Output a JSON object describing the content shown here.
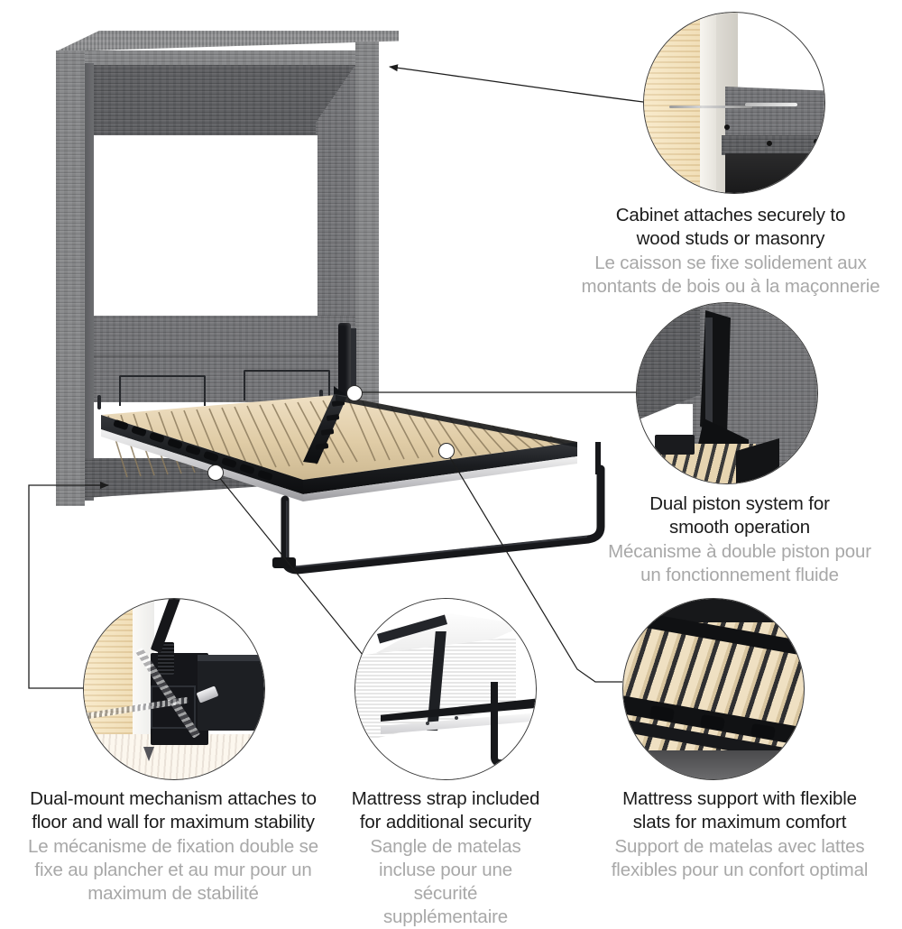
{
  "page": {
    "title": "Murphy bed feature infographic",
    "background": "#ffffff",
    "accent_text_en": "#1b1b1b",
    "accent_text_fr": "#a8a8a8",
    "cabinet_color": "#6f7073",
    "hardware_color": "#1a1a1a",
    "slat_color": "#e3d2b0"
  },
  "features": [
    {
      "id": "cabinet-mount",
      "en": "Cabinet attaches securely to\nwood studs or masonry",
      "fr": "Le caisson se fixe solidement aux\nmontants de bois ou à la maçonnerie",
      "detail_alt": "Screw fastening cabinet panel into wood stud through drywall"
    },
    {
      "id": "dual-piston",
      "en": "Dual piston system for\nsmooth operation",
      "fr": "Mécanisme à double piston pour\nun fonctionnement fluide",
      "detail_alt": "Black dual piston arm against grey driftwood panel"
    },
    {
      "id": "dual-mount",
      "en": "Dual-mount mechanism attaches to\nfloor and wall for maximum stability",
      "fr": "Le mécanisme de fixation double se\nfixe au plancher et au mur pour un\nmaximum de stabilité",
      "detail_alt": "Two screws fixing black bracket to wood floor and wall"
    },
    {
      "id": "mattress-strap",
      "en": "Mattress strap included\nfor additional security",
      "fr": "Sangle de matelas\nincluse pour une sécurité\nsupplémentaire",
      "detail_alt": "Black strap wrapped over white mattress on bed frame"
    },
    {
      "id": "slat-support",
      "en": "Mattress support with flexible\nslats for maximum comfort",
      "fr": "Support de matelas avec lattes\nflexibles pour un confort optimal",
      "detail_alt": "Wooden flexible slats mounted on black metal rails"
    }
  ],
  "product": {
    "name": "Wall bed cabinet with folded slat platform",
    "finish": "Bark grey driftwood"
  },
  "callouts": {
    "piston_dot": "dual piston anchor point",
    "frame_dot_left": "bed frame anchor point",
    "frame_dot_right": "slat platform anchor point"
  }
}
